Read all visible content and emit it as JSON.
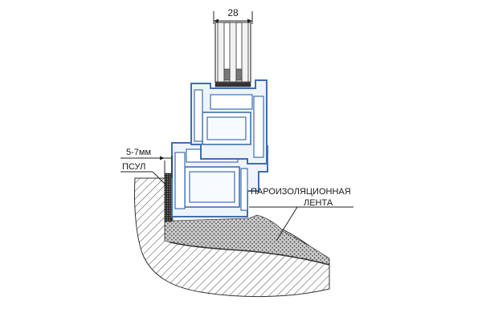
{
  "labels": {
    "glass_width": "28",
    "gap": "5-7мм",
    "psul": "ПСУЛ",
    "tape_line1": "ПАРОИЗОЛЯЦИОННАЯ",
    "tape_line2": "ЛЕНТА"
  },
  "colors": {
    "profile_stroke": "#3f6fb0",
    "profile_fill": "#eef4fb",
    "glass_stroke": "#555555",
    "seal": "#333333",
    "foam": "#4a4a4a",
    "wall_hatch": "#555555",
    "line": "#222222"
  }
}
